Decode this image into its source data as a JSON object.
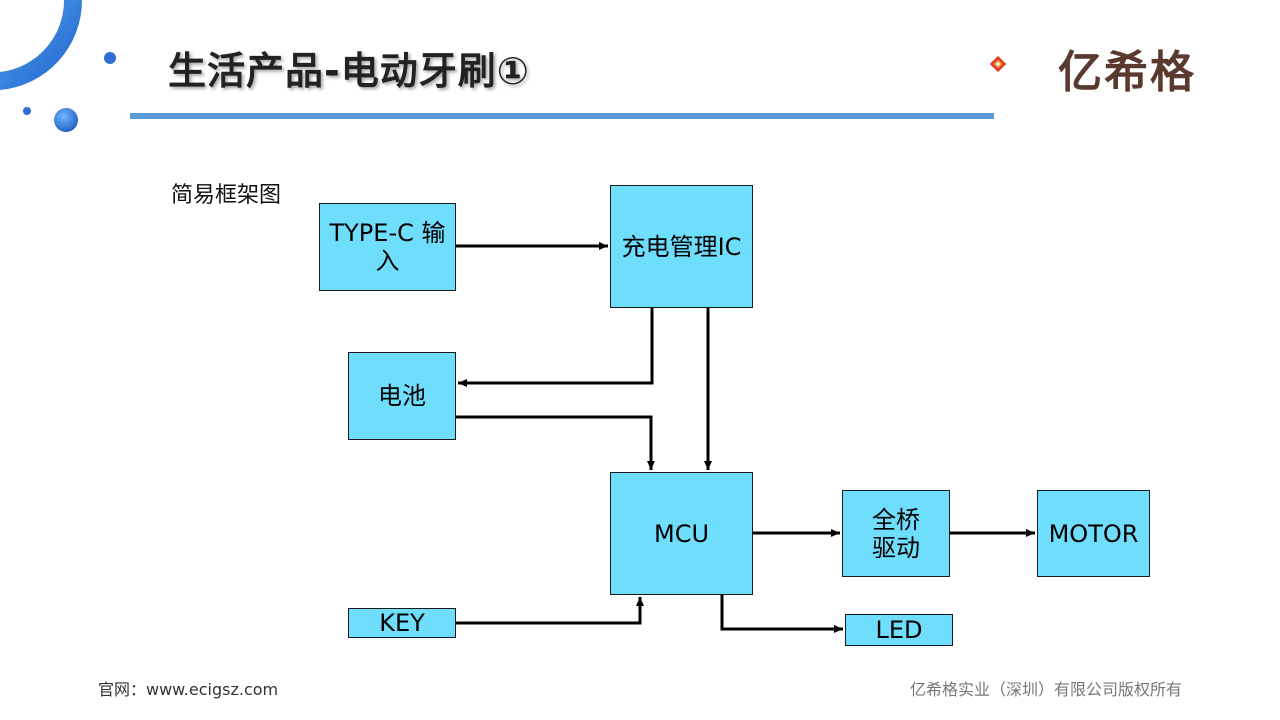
{
  "header": {
    "title": "生活产品-电动牙刷①",
    "logo_text": "亿希格"
  },
  "diagram": {
    "subtitle": "简易框架图",
    "nodes": {
      "typec": "TYPE-C 输入",
      "charge_ic": "充电管理IC",
      "battery": "电池",
      "mcu": "MCU",
      "bridge": "全桥驱动",
      "motor": "MOTOR",
      "key": "KEY",
      "led": "LED"
    },
    "edges": [
      {
        "from": "TYPE-C 输入",
        "to": "充电管理IC"
      },
      {
        "from": "充电管理IC",
        "to": "电池"
      },
      {
        "from": "电池",
        "to": "MCU"
      },
      {
        "from": "充电管理IC",
        "to": "MCU"
      },
      {
        "from": "MCU",
        "to": "全桥驱动"
      },
      {
        "from": "全桥驱动",
        "to": "MOTOR"
      },
      {
        "from": "KEY",
        "to": "MCU"
      },
      {
        "from": "MCU",
        "to": "LED"
      }
    ],
    "node_fill": "#6fddfc"
  },
  "footer": {
    "website": "官网：www.ecigsz.com",
    "copyright": "亿希格实业（深圳）有限公司版权所有"
  },
  "colors": {
    "accent_blue": "#5b9bd5",
    "deco_blue": "#2f6fd1",
    "logo_red": "#e03a2a",
    "logo_orange": "#f28c1e",
    "logo_brown": "#5a3a2e"
  }
}
